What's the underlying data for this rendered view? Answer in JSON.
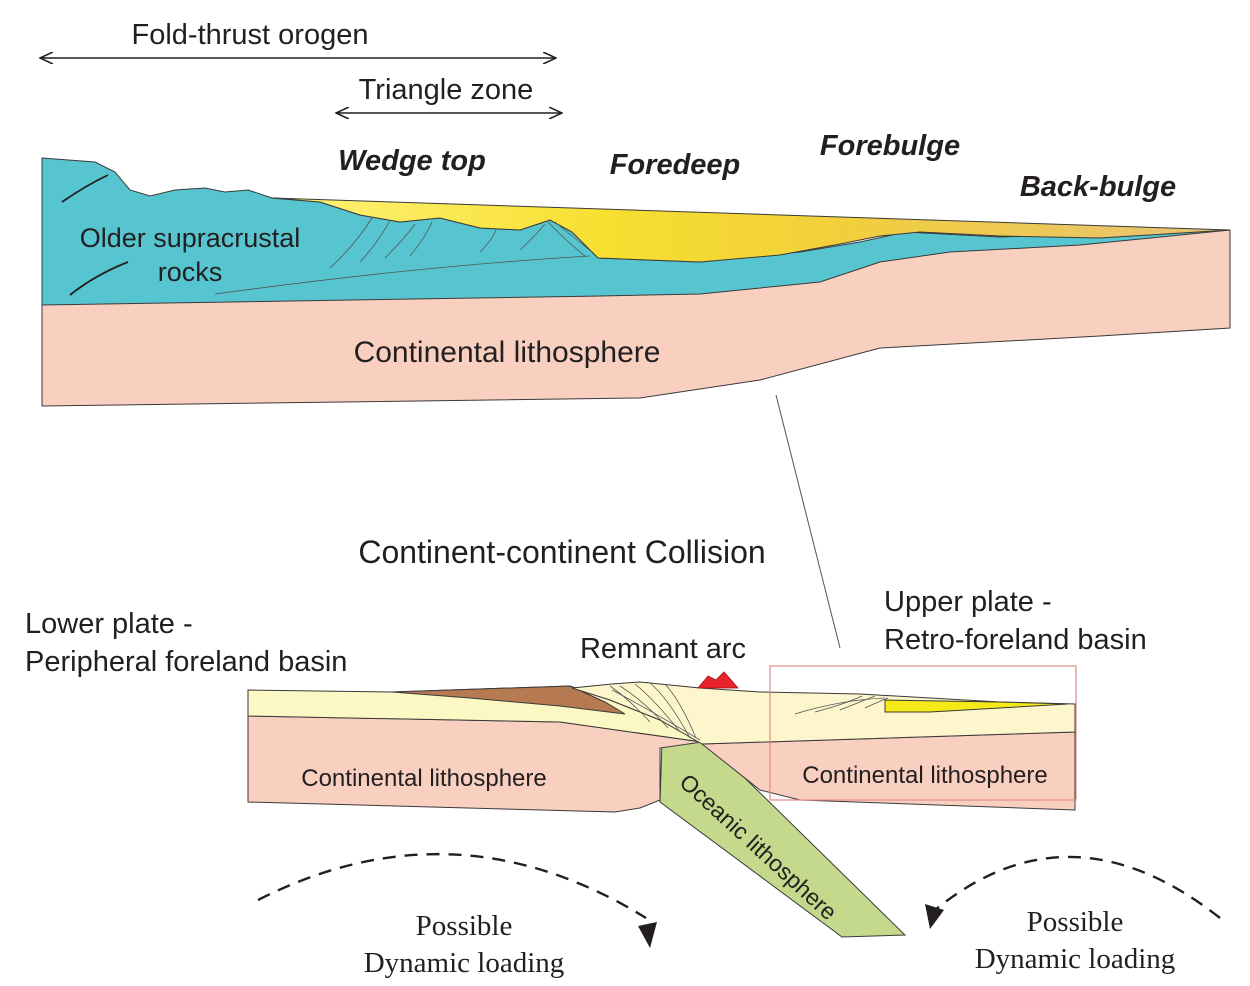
{
  "top_section": {
    "fold_thrust_label": "Fold-thrust orogen",
    "triangle_zone_label": "Triangle zone",
    "wedge_top_label": "Wedge top",
    "foredeep_label": "Foredeep",
    "forebulge_label": "Forebulge",
    "back_bulge_label": "Back-bulge",
    "older_rocks_line1": "Older supracrustal",
    "older_rocks_line2": "rocks",
    "lithosphere_label": "Continental lithosphere"
  },
  "bottom_section": {
    "title": "Continent-continent Collision",
    "lower_plate_line1": "Lower plate -",
    "lower_plate_line2": "Peripheral foreland basin",
    "remnant_arc_label": "Remnant arc",
    "upper_plate_line1": "Upper plate -",
    "upper_plate_line2": "Retro-foreland basin",
    "left_lithosphere_label": "Continental lithosphere",
    "right_lithosphere_label": "Continental lithosphere",
    "oceanic_label": "Oceanic lithosphere",
    "left_loading_line1": "Possible",
    "left_loading_line2": "Dynamic loading",
    "right_loading_line1": "Possible",
    "right_loading_line2": "Dynamic loading"
  },
  "colors": {
    "supracrustal": "#57c5cf",
    "lithosphere": "#f9cfc0",
    "foreland_fill": "#f5de2e",
    "wedge_sediment": "#fbf8c4",
    "brown_basin": "#b57a50",
    "oceanic": "#c4d98c",
    "remnant_arc": "#e8242a"
  }
}
